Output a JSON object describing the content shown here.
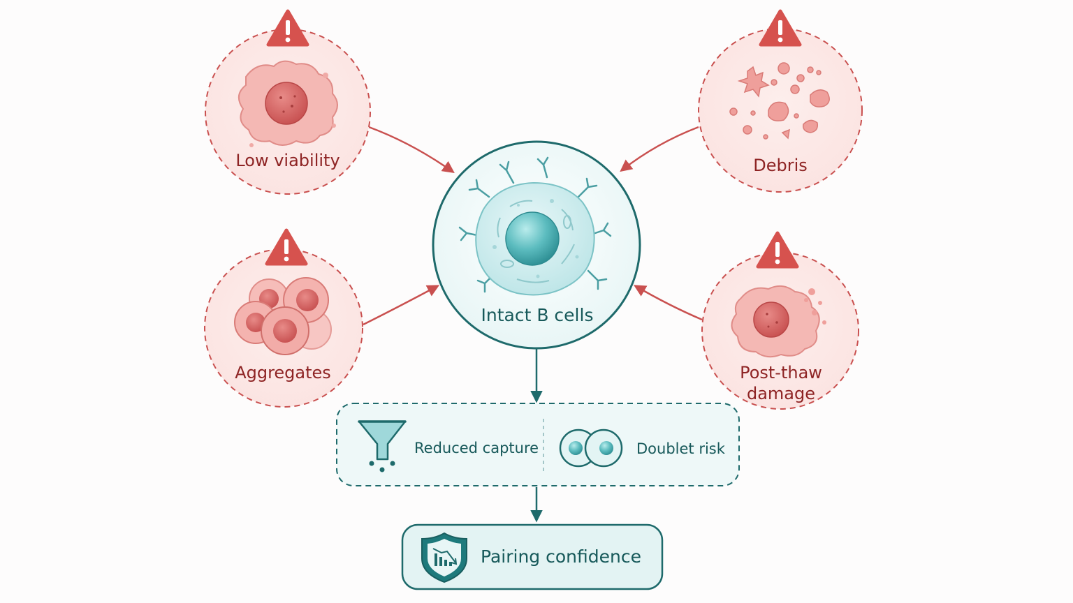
{
  "center": {
    "label": "Intact B cells"
  },
  "factors": {
    "low_viability": {
      "label": "Low viability"
    },
    "debris": {
      "label": "Debris"
    },
    "aggregates": {
      "label": "Aggregates"
    },
    "post_thaw": {
      "label_line1": "Post-thaw",
      "label_line2": "damage"
    }
  },
  "effects": {
    "reduced_capture": {
      "label": "Reduced capture",
      "icon": "funnel-icon"
    },
    "doublet_risk": {
      "label": "Doublet risk",
      "icon": "doublet-cell-icon"
    }
  },
  "outcome": {
    "label": "Pairing confidence",
    "icon": "shield-chart-down-icon"
  },
  "colors": {
    "risk_red": "#c9504f",
    "risk_fill": "#fbe7e5",
    "teal": "#1e6a6b",
    "teal_fill": "#e9f6f6"
  }
}
